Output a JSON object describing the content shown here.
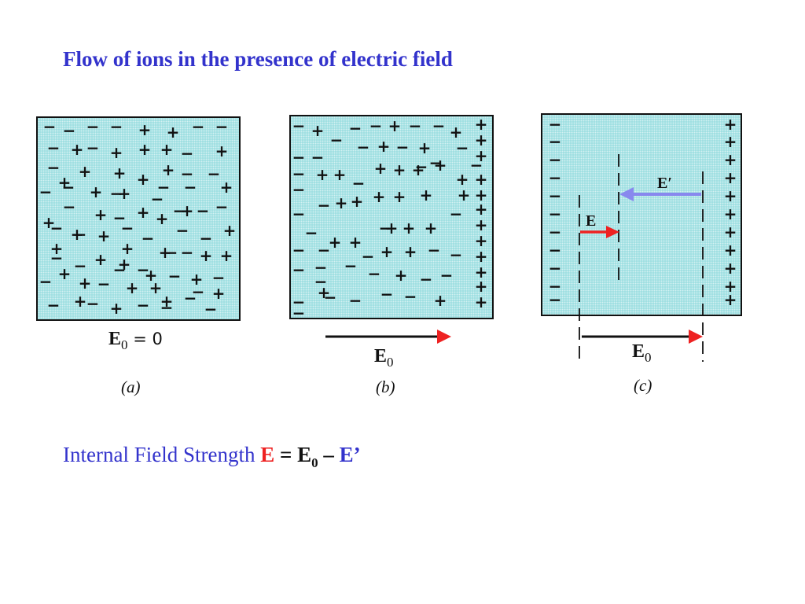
{
  "title": "Flow of ions in the presence of electric field",
  "panels": {
    "a": {
      "caption": "(a)",
      "field_label": {
        "main": "E",
        "sub": "0",
        "tail": " = 0"
      },
      "minus": [
        [
          63,
          161
        ],
        [
          88,
          166
        ],
        [
          118,
          161
        ],
        [
          148,
          161
        ],
        [
          252,
          161
        ],
        [
          282,
          161
        ],
        [
          68,
          188
        ],
        [
          118,
          188
        ],
        [
          238,
          195
        ],
        [
          68,
          213
        ],
        [
          238,
          221
        ],
        [
          272,
          221
        ],
        [
          87,
          238
        ],
        [
          208,
          238
        ],
        [
          242,
          238
        ],
        [
          148,
          246
        ],
        [
          58,
          244
        ],
        [
          88,
          263
        ],
        [
          200,
          253
        ],
        [
          152,
          277
        ],
        [
          228,
          268
        ],
        [
          258,
          268
        ],
        [
          282,
          263
        ],
        [
          72,
          290
        ],
        [
          162,
          290
        ],
        [
          232,
          293
        ],
        [
          102,
          298
        ],
        [
          262,
          303
        ],
        [
          188,
          303
        ],
        [
          72,
          328
        ],
        [
          218,
          321
        ],
        [
          238,
          321
        ],
        [
          102,
          338
        ],
        [
          152,
          343
        ],
        [
          182,
          343
        ],
        [
          58,
          358
        ],
        [
          132,
          361
        ],
        [
          222,
          351
        ],
        [
          278,
          353
        ],
        [
          252,
          371
        ],
        [
          68,
          388
        ],
        [
          118,
          386
        ],
        [
          182,
          388
        ],
        [
          242,
          379
        ],
        [
          212,
          391
        ],
        [
          268,
          393
        ]
      ],
      "plus": [
        [
          184,
          165
        ],
        [
          220,
          168
        ],
        [
          98,
          190
        ],
        [
          148,
          194
        ],
        [
          184,
          190
        ],
        [
          212,
          190
        ],
        [
          282,
          192
        ],
        [
          108,
          218
        ],
        [
          152,
          220
        ],
        [
          182,
          228
        ],
        [
          214,
          216
        ],
        [
          82,
          232
        ],
        [
          122,
          244
        ],
        [
          158,
          246
        ],
        [
          288,
          238
        ],
        [
          128,
          273
        ],
        [
          182,
          270
        ],
        [
          206,
          278
        ],
        [
          238,
          268
        ],
        [
          62,
          283
        ],
        [
          98,
          298
        ],
        [
          132,
          300
        ],
        [
          292,
          293
        ],
        [
          72,
          316
        ],
        [
          128,
          330
        ],
        [
          162,
          316
        ],
        [
          210,
          321
        ],
        [
          262,
          325
        ],
        [
          288,
          325
        ],
        [
          158,
          336
        ],
        [
          192,
          350
        ],
        [
          82,
          348
        ],
        [
          108,
          360
        ],
        [
          168,
          366
        ],
        [
          250,
          355
        ],
        [
          198,
          366
        ],
        [
          148,
          392
        ],
        [
          212,
          383
        ],
        [
          102,
          383
        ],
        [
          278,
          373
        ]
      ]
    },
    "b": {
      "caption": "(b)",
      "field_label": {
        "main": "E",
        "sub": "0"
      },
      "minus": [
        [
          380,
          160
        ],
        [
          428,
          178
        ],
        [
          452,
          163
        ],
        [
          478,
          160
        ],
        [
          528,
          160
        ],
        [
          558,
          160
        ],
        [
          462,
          187
        ],
        [
          512,
          187
        ],
        [
          588,
          188
        ],
        [
          380,
          200
        ],
        [
          404,
          200
        ],
        [
          554,
          207
        ],
        [
          606,
          210
        ],
        [
          380,
          221
        ],
        [
          536,
          212
        ],
        [
          380,
          241
        ],
        [
          456,
          233
        ],
        [
          412,
          261
        ],
        [
          580,
          272
        ],
        [
          380,
          272
        ],
        [
          396,
          296
        ],
        [
          490,
          290
        ],
        [
          380,
          318
        ],
        [
          412,
          318
        ],
        [
          468,
          326
        ],
        [
          552,
          318
        ],
        [
          580,
          324
        ],
        [
          380,
          343
        ],
        [
          408,
          340
        ],
        [
          446,
          338
        ],
        [
          476,
          348
        ],
        [
          542,
          355
        ],
        [
          568,
          350
        ],
        [
          408,
          358
        ],
        [
          420,
          378
        ],
        [
          452,
          382
        ],
        [
          492,
          374
        ],
        [
          522,
          377
        ],
        [
          380,
          384
        ],
        [
          380,
          398
        ]
      ],
      "plus": [
        [
          404,
          166
        ],
        [
          502,
          160
        ],
        [
          580,
          168
        ],
        [
          612,
          158
        ],
        [
          612,
          178
        ],
        [
          488,
          186
        ],
        [
          540,
          188
        ],
        [
          612,
          198
        ],
        [
          410,
          222
        ],
        [
          432,
          222
        ],
        [
          484,
          214
        ],
        [
          508,
          216
        ],
        [
          532,
          216
        ],
        [
          560,
          210
        ],
        [
          588,
          228
        ],
        [
          612,
          228
        ],
        [
          434,
          258
        ],
        [
          454,
          256
        ],
        [
          482,
          250
        ],
        [
          508,
          250
        ],
        [
          542,
          248
        ],
        [
          590,
          248
        ],
        [
          612,
          248
        ],
        [
          612,
          266
        ],
        [
          612,
          286
        ],
        [
          498,
          290
        ],
        [
          520,
          290
        ],
        [
          548,
          290
        ],
        [
          426,
          308
        ],
        [
          452,
          308
        ],
        [
          612,
          306
        ],
        [
          492,
          320
        ],
        [
          522,
          320
        ],
        [
          612,
          326
        ],
        [
          510,
          350
        ],
        [
          612,
          346
        ],
        [
          612,
          364
        ],
        [
          412,
          372
        ],
        [
          560,
          382
        ],
        [
          612,
          384
        ]
      ]
    },
    "c": {
      "caption": "(c)",
      "field_label": {
        "main": "E",
        "sub": "0"
      },
      "internal_label": "E",
      "counter_label": "E′",
      "minus": [
        [
          706,
          158
        ],
        [
          706,
          180
        ],
        [
          706,
          203
        ],
        [
          706,
          226
        ],
        [
          706,
          249
        ],
        [
          706,
          272
        ],
        [
          706,
          295
        ],
        [
          706,
          318
        ],
        [
          706,
          341
        ],
        [
          706,
          364
        ],
        [
          706,
          381
        ]
      ],
      "plus": [
        [
          929,
          158
        ],
        [
          929,
          180
        ],
        [
          929,
          203
        ],
        [
          929,
          226
        ],
        [
          929,
          249
        ],
        [
          929,
          272
        ],
        [
          929,
          295
        ],
        [
          929,
          318
        ],
        [
          929,
          341
        ],
        [
          929,
          364
        ],
        [
          929,
          381
        ]
      ]
    }
  },
  "formula": {
    "prefix": "Internal Field Strength ",
    "E": "E",
    "eq": " = ",
    "E0_main": "E",
    "E0_sub": "0",
    "minus": " – ",
    "Eprime": "E’"
  },
  "colors": {
    "title": "#3333cc",
    "panel_fill": "#9fdfe2",
    "field_arrow_head": "#ee2222",
    "internal_arrow": "#ee2222",
    "counter_arrow": "#8888ee"
  }
}
